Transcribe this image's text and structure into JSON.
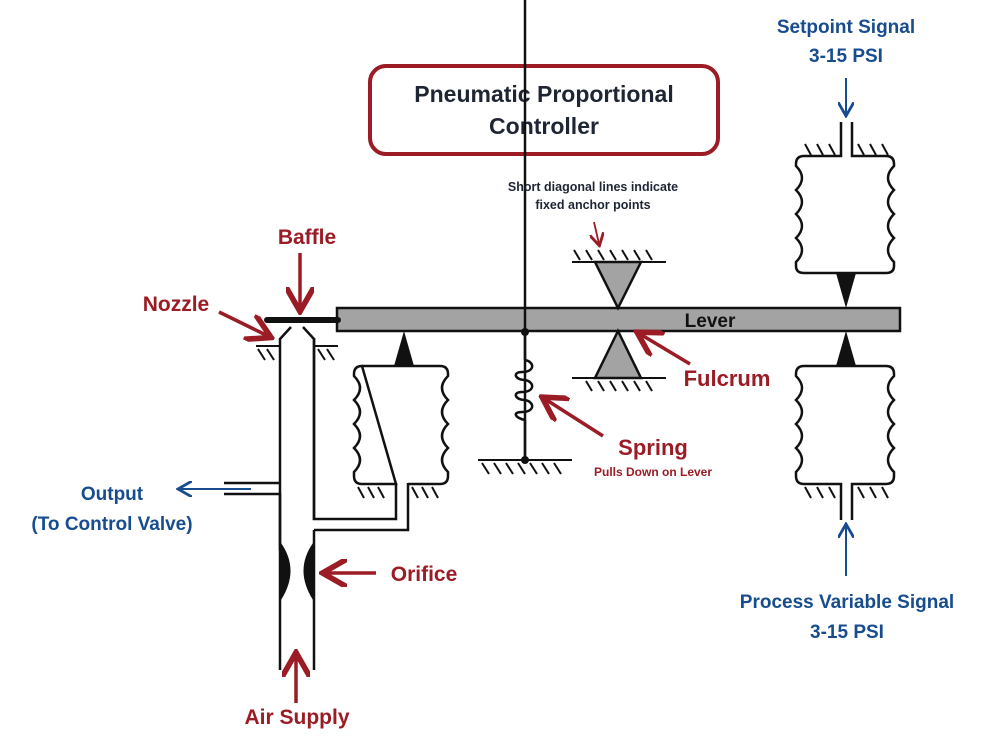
{
  "diagram": {
    "title": {
      "line1": "Pneumatic Proportional",
      "line2": "Controller"
    },
    "labels": {
      "baffle": "Baffle",
      "nozzle": "Nozzle",
      "lever": "Lever",
      "fulcrum": "Fulcrum",
      "spring": "Spring",
      "spring_note": "Pulls Down on Lever",
      "orifice": "Orifice",
      "air_supply": "Air Supply",
      "output_line1": "Output",
      "output_line2": "(To Control Valve)",
      "setpoint_line1": "Setpoint Signal",
      "setpoint_line2": "3-15 PSI",
      "pv_line1": "Process Variable Signal",
      "pv_line2": "3-15 PSI",
      "anchor_note_line1": "Short diagonal lines indicate",
      "anchor_note_line2": "fixed anchor points"
    },
    "colors": {
      "label_red": "#9b1c25",
      "label_blue": "#174c8f",
      "title_border": "#9b1c25",
      "lever_fill": "#a3a3a3",
      "fulcrum_fill": "#a3a3a3",
      "line": "#111111"
    }
  }
}
